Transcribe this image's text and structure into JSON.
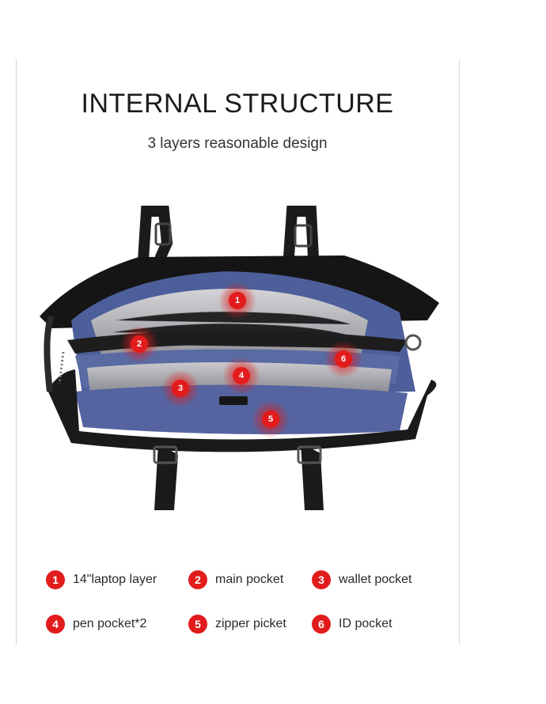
{
  "header": {
    "title": "INTERNAL STRUCTURE",
    "subtitle": "3 layers reasonable design"
  },
  "markers": [
    {
      "number": "1"
    },
    {
      "number": "2"
    },
    {
      "number": "3"
    },
    {
      "number": "4"
    },
    {
      "number": "5"
    },
    {
      "number": "6"
    }
  ],
  "legend": [
    {
      "number": "1",
      "label": "14\"laptop layer"
    },
    {
      "number": "2",
      "label": "main pocket"
    },
    {
      "number": "3",
      "label": "wallet pocket"
    },
    {
      "number": "4",
      "label": "pen pocket*2"
    },
    {
      "number": "5",
      "label": "zipper picket"
    },
    {
      "number": "6",
      "label": "ID pocket"
    }
  ],
  "colors": {
    "accent_red": "#e21c1c",
    "leather": "#1a1a1a",
    "lining_blue": "#4d5f9a",
    "lining_grey": "#b9b9bd"
  }
}
